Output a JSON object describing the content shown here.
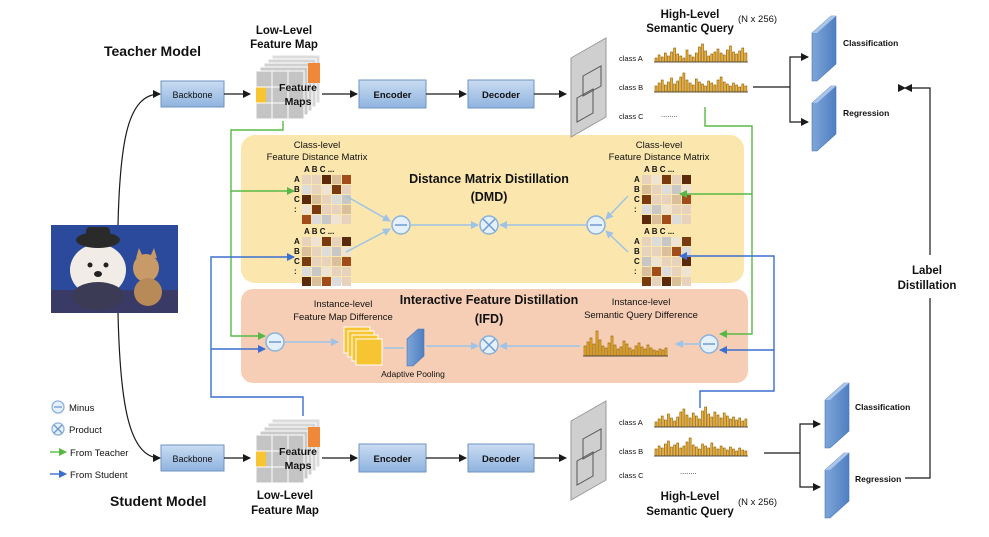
{
  "teacher": {
    "title": "Teacher Model",
    "fm_title_1": "Low-Level",
    "fm_title_2": "Feature Map",
    "fm_text_1": "Feature",
    "fm_text_2": "Maps",
    "backbone": "Backbone",
    "encoder": "Encoder",
    "decoder": "Decoder",
    "hq_title_1": "High-Level",
    "hq_title_2": "Semantic Query",
    "hq_dims": "(N x 256)",
    "class_a": "class A",
    "class_b": "class B",
    "class_c": "class C",
    "ellipsis": "........",
    "classification": "Classification",
    "regression": "Regression"
  },
  "student": {
    "title": "Student Model",
    "fm_title_1": "Low-Level",
    "fm_title_2": "Feature Map",
    "fm_text_1": "Feature",
    "fm_text_2": "Maps",
    "backbone": "Backbone",
    "encoder": "Encoder",
    "decoder": "Decoder",
    "hq_title_1": "High-Level",
    "hq_title_2": "Semantic Query",
    "hq_dims": "(N x 256)",
    "class_a": "class A",
    "class_b": "class B",
    "class_c": "class C",
    "ellipsis": "........",
    "classification": "Classification",
    "regression": "Regression"
  },
  "dmd": {
    "title": "Distance Matrix Distillation",
    "abbr": "(DMD)",
    "left_label_1": "Class-level",
    "left_label_2": "Feature Distance Matrix",
    "right_label_1": "Class-level",
    "right_label_2": "Feature Distance Matrix",
    "matrix_cols": "A  B  C  ...",
    "row_a": "A",
    "row_b": "B",
    "row_c": "C",
    "row_more": ":"
  },
  "ifd": {
    "title": "Interactive Feature Distillation",
    "abbr": "(IFD)",
    "left_label_1": "Instance-level",
    "left_label_2": "Feature Map Difference",
    "right_label_1": "Instance-level",
    "right_label_2": "Semantic Query Difference",
    "pooling": "Adaptive Pooling"
  },
  "label_distillation": {
    "line1": "Label",
    "line2": "Distillation"
  },
  "legend": {
    "minus": "Minus",
    "product": "Product",
    "from_teacher": "From Teacher",
    "from_student": "From Student"
  },
  "colors": {
    "dmd_bg": "#fbe7ad",
    "ifd_bg": "#f6ceb5",
    "box_fill": "#a8c6e8",
    "teacher_arrow": "#58b846",
    "student_arrow": "#3a6fcf",
    "bar_fill": "#f3b52f",
    "bar_stroke": "#8a5a08"
  }
}
